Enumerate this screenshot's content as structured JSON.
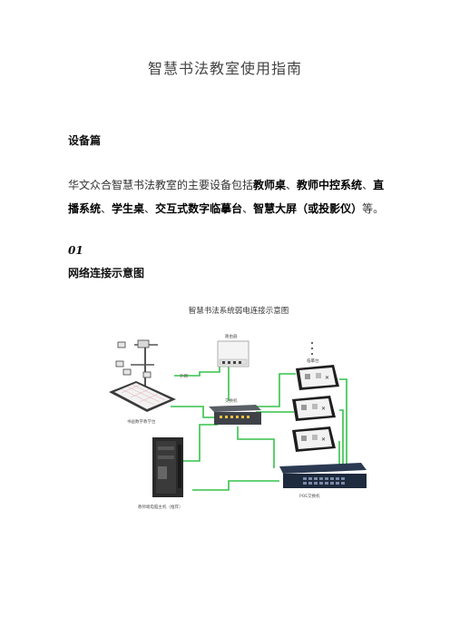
{
  "document": {
    "title": "智慧书法教室使用指南",
    "section_heading": "设备篇",
    "paragraph": {
      "intro": "华文众合智慧书法教室的主要设备包括",
      "items": [
        "教师桌",
        "教师中控系统",
        "直播系统",
        "学生桌",
        "交互式数字临摹台",
        "智慧大屏（或投影仪）"
      ],
      "separator": "、",
      "ending": "等。"
    },
    "subsection_number": "01",
    "subsection_heading": "网络连接示意图"
  },
  "diagram": {
    "title": "智慧书法系统弱电连接示意图",
    "labels": {
      "router": "路由器",
      "internet": "外网",
      "switch": "交换机",
      "student_desk": "临摹台",
      "teacher_table": "书画数字教学台",
      "teacher_pc": "教师端电脑主机（推荐）",
      "poe_switch": "POE交换机"
    },
    "colors": {
      "cable": "#35c24a",
      "frame": "#6a6a6a"
    }
  }
}
